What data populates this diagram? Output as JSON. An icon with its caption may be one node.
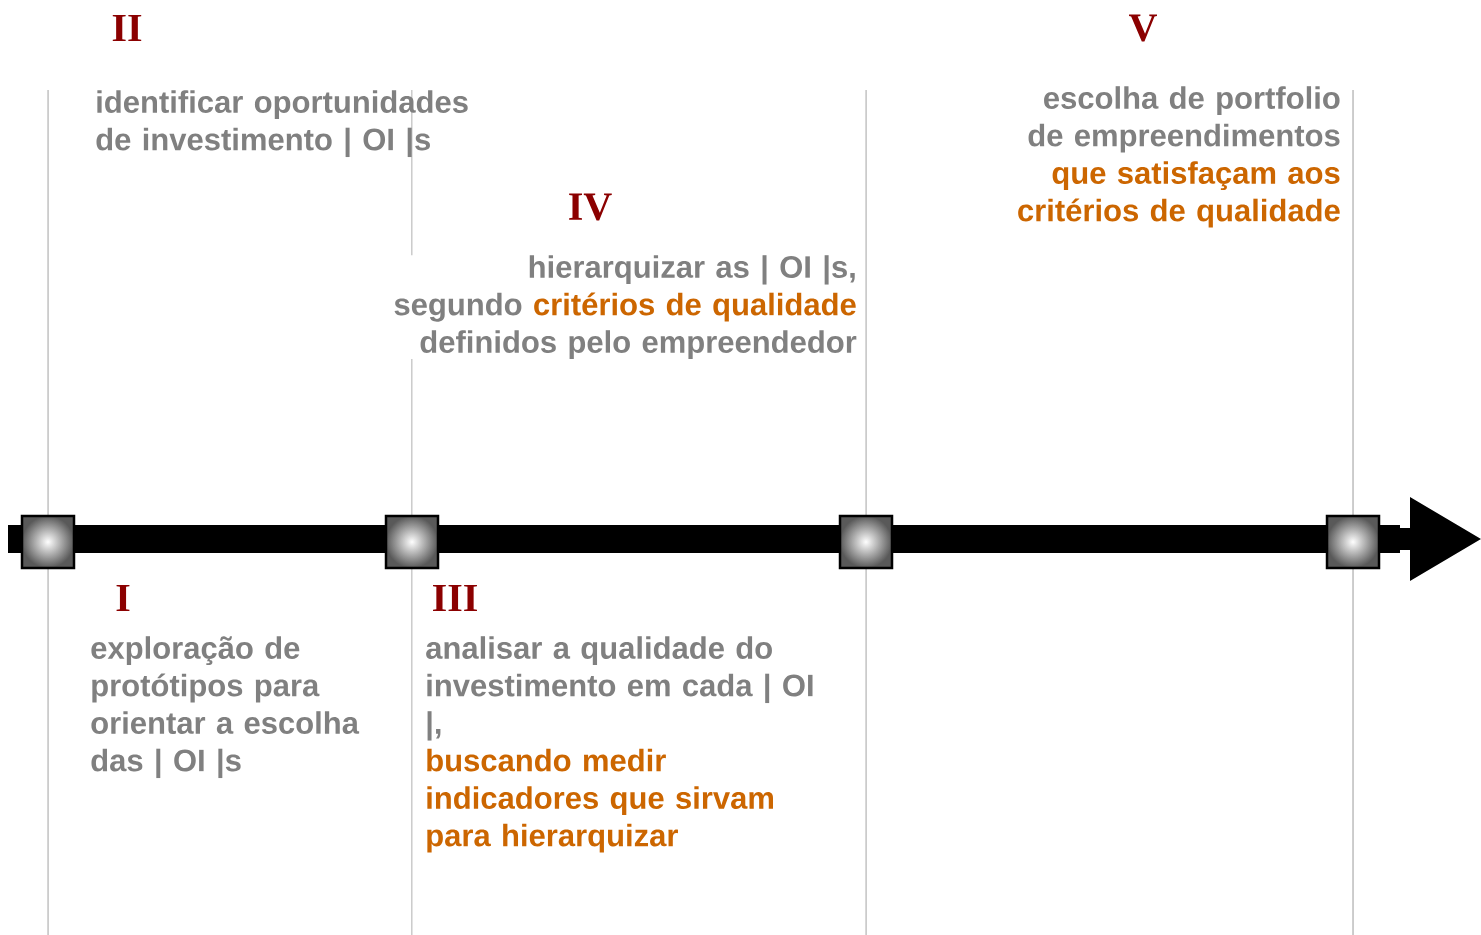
{
  "diagram": {
    "labels": [
      "II",
      "V",
      "identificar oportunidades de investimento | OI |s",
      "escolha de portfolio de empreendimentos",
      "que satisfaçam aos critérios de qualidade",
      "IV",
      "hierarquizar as | OI |s, segundo",
      "critérios de qualidade",
      "definidos pelo empreendedor",
      "I",
      "III",
      "exploração de protótipos para orientar a escolha das | OI |s",
      "analisar a qualidade do investimento em cada | OI |,",
      "buscando medir indicadores que sirvam para hierarquizar"
    ]
  }
}
